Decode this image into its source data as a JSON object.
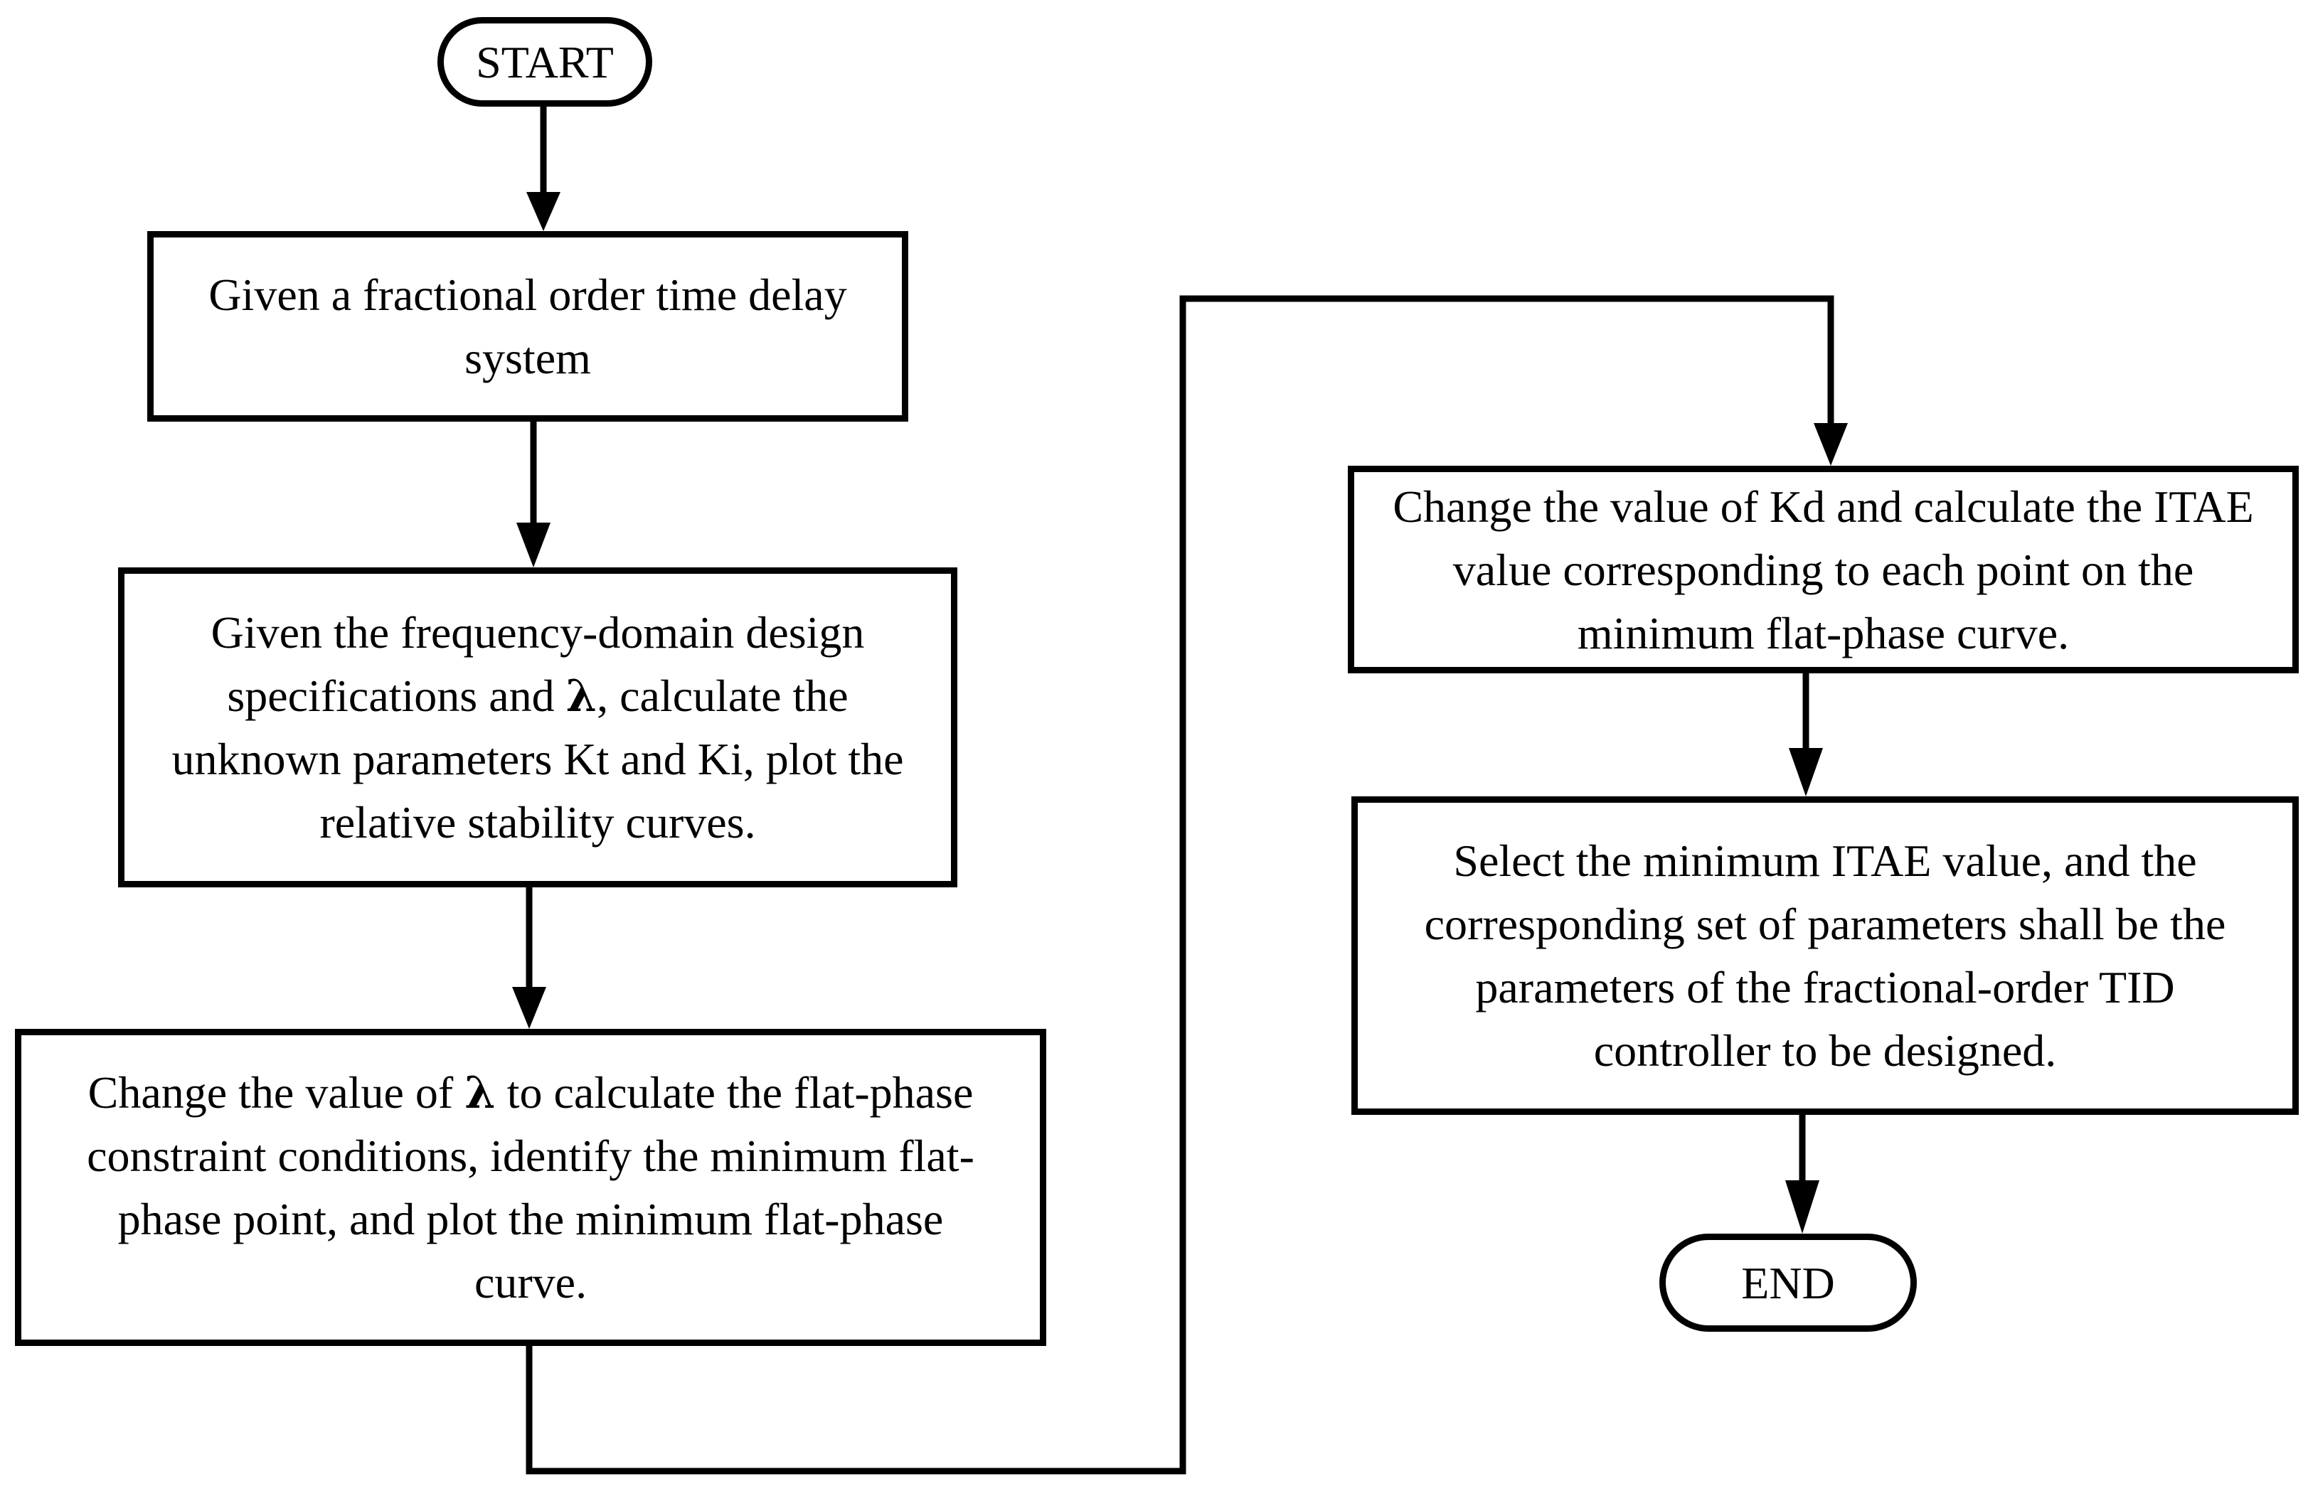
{
  "flowchart": {
    "start_label": "START",
    "end_label": "END",
    "steps": [
      {
        "id": "step1",
        "text": "Given a fractional order time delay system"
      },
      {
        "id": "step2",
        "text_before_symbol": "Given the frequency-domain design specifications and ",
        "symbol": "λ",
        "text_after_symbol": ", calculate the unknown parameters Kt and Ki, plot the relative stability curves."
      },
      {
        "id": "step3",
        "text_before_symbol": "Change the value of ",
        "symbol": "λ",
        "text_after_symbol": "  to calculate the flat-phase constraint conditions, identify the minimum flat-phase point, and plot the minimum flat-phase curve."
      },
      {
        "id": "step4",
        "text": "Change the value of Kd and calculate the ITAE value corresponding to each point on the minimum flat-phase curve."
      },
      {
        "id": "step5",
        "text": "Select the minimum ITAE value, and the corresponding set of parameters shall be the parameters of the fractional-order TID controller to be designed."
      }
    ]
  },
  "colors": {
    "stroke": "#000000",
    "background": "#ffffff",
    "text": "#000000"
  }
}
